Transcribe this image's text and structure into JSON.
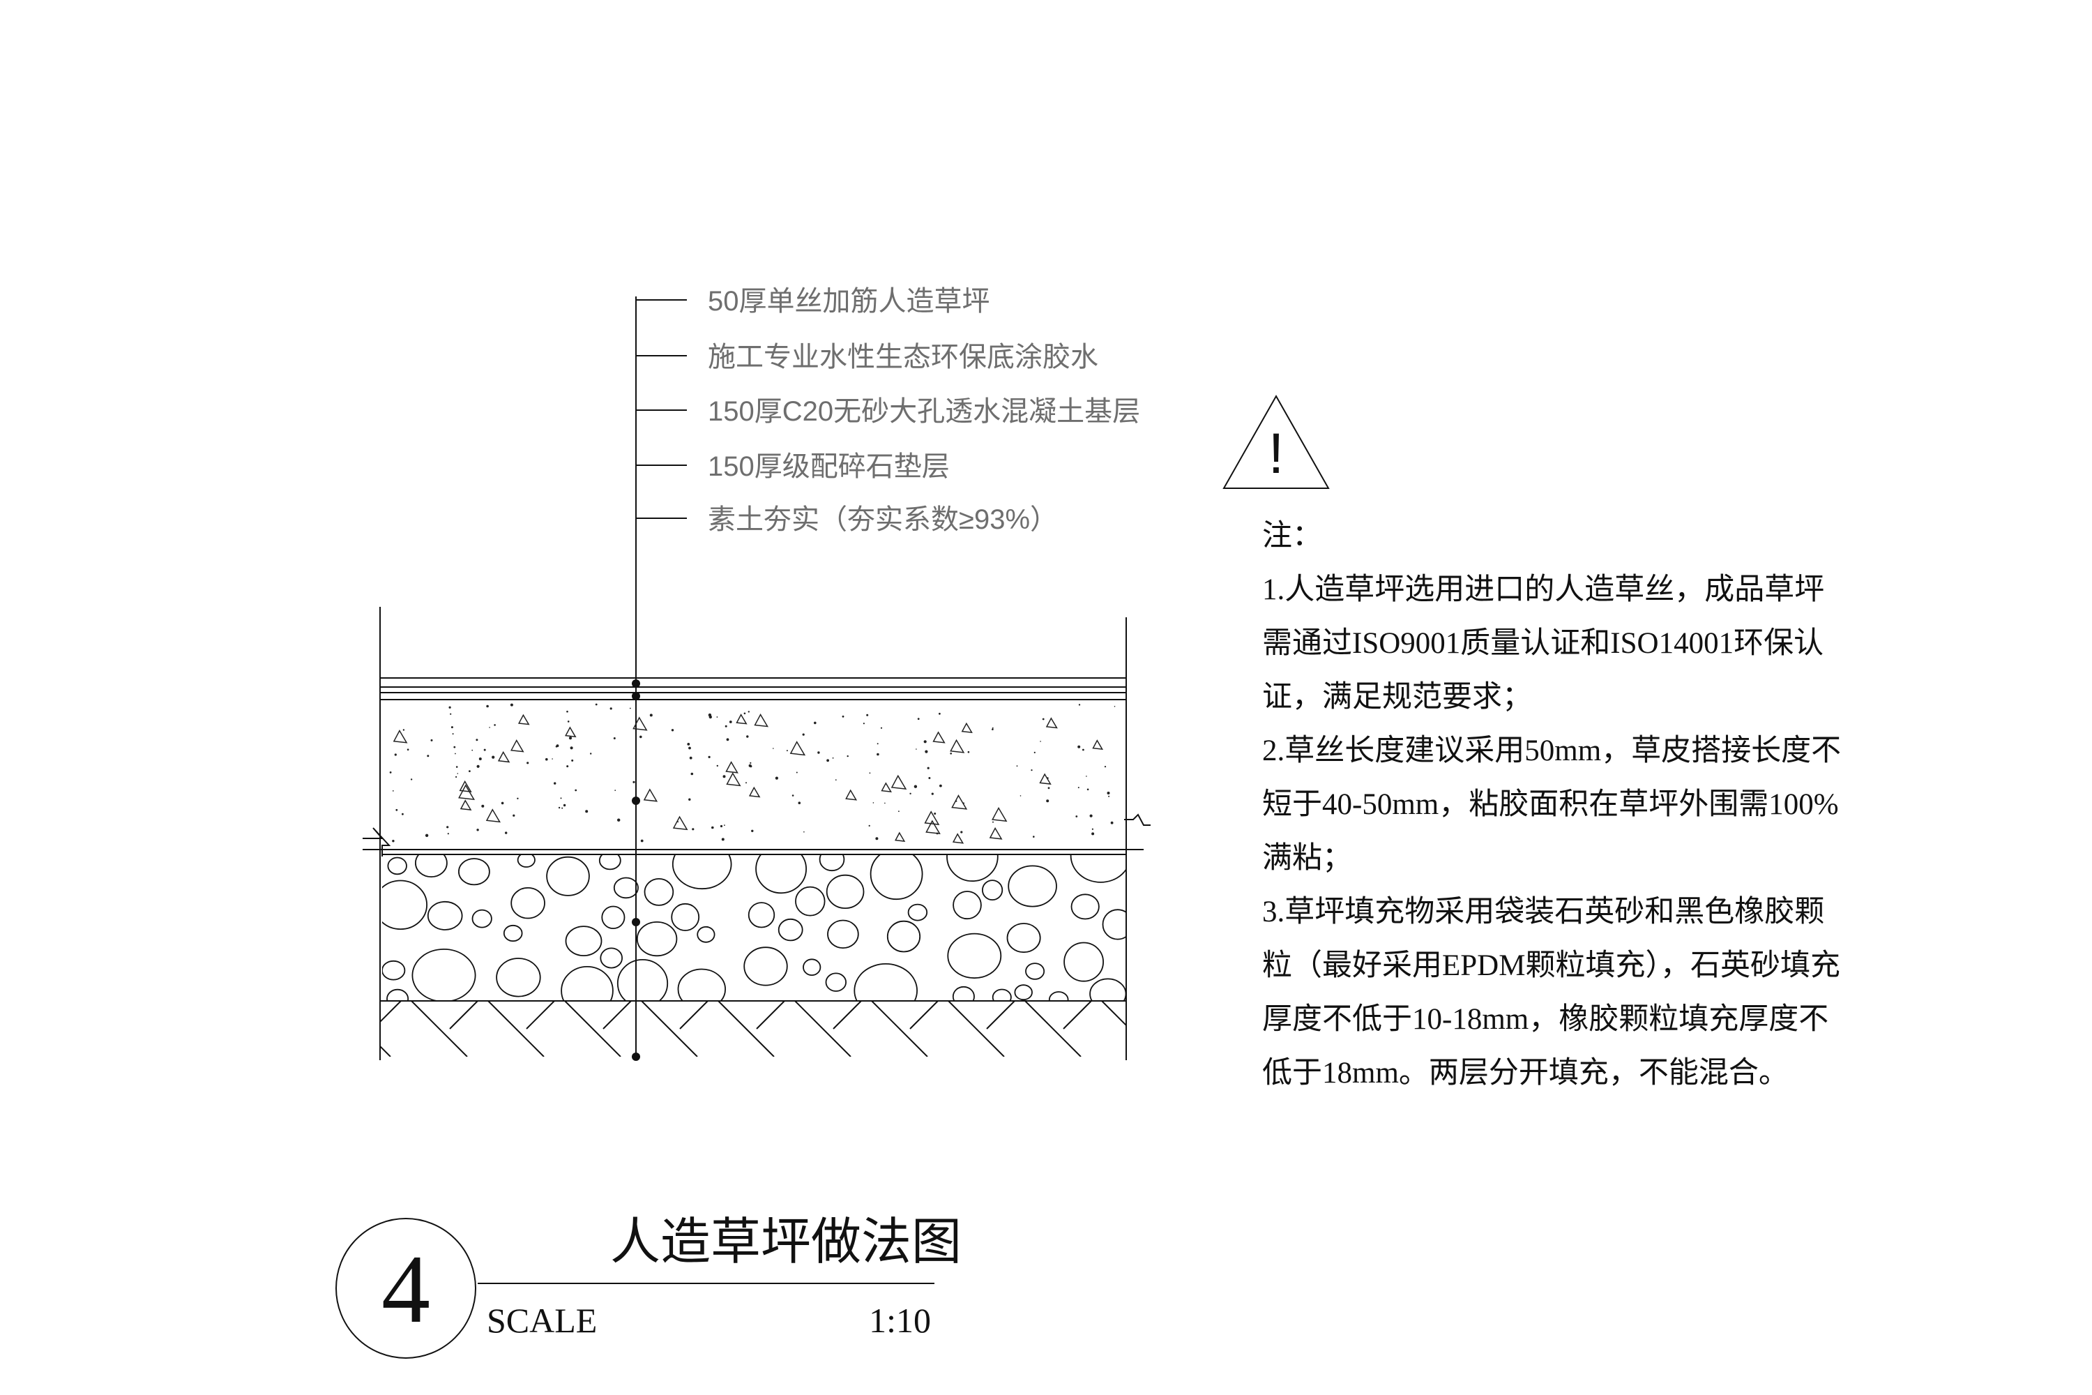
{
  "layers": [
    "50厚单丝加筋人造草坪",
    "施工专业水性生态环保底涂胶水",
    "150厚C20无砂大孔透水混凝土基层",
    "150厚级配碎石垫层",
    "素土夯实（夯实系数≥93%）"
  ],
  "warning_symbol": "!",
  "notes": {
    "heading": "注：",
    "lines": [
      "1.人造草坪选用进口的人造草丝，成品草坪",
      "需通过ISO9001质量认证和ISO14001环保认",
      "证，满足规范要求；",
      "2.草丝长度建议采用50mm，草皮搭接长度不",
      "短于40-50mm，粘胶面积在草坪外围需100%",
      "满粘；",
      "3.草坪填充物采用袋装石英砂和黑色橡胶颗",
      "粒（最好采用EPDM颗粒填充），石英砂填充",
      "厚度不低于10-18mm，橡胶颗粒填充厚度不",
      "低于18mm。两层分开填充，不能混合。"
    ]
  },
  "title_block": {
    "number": "4",
    "title": "人造草坪做法图",
    "scale_label": "SCALE",
    "scale_value": "1:10"
  }
}
